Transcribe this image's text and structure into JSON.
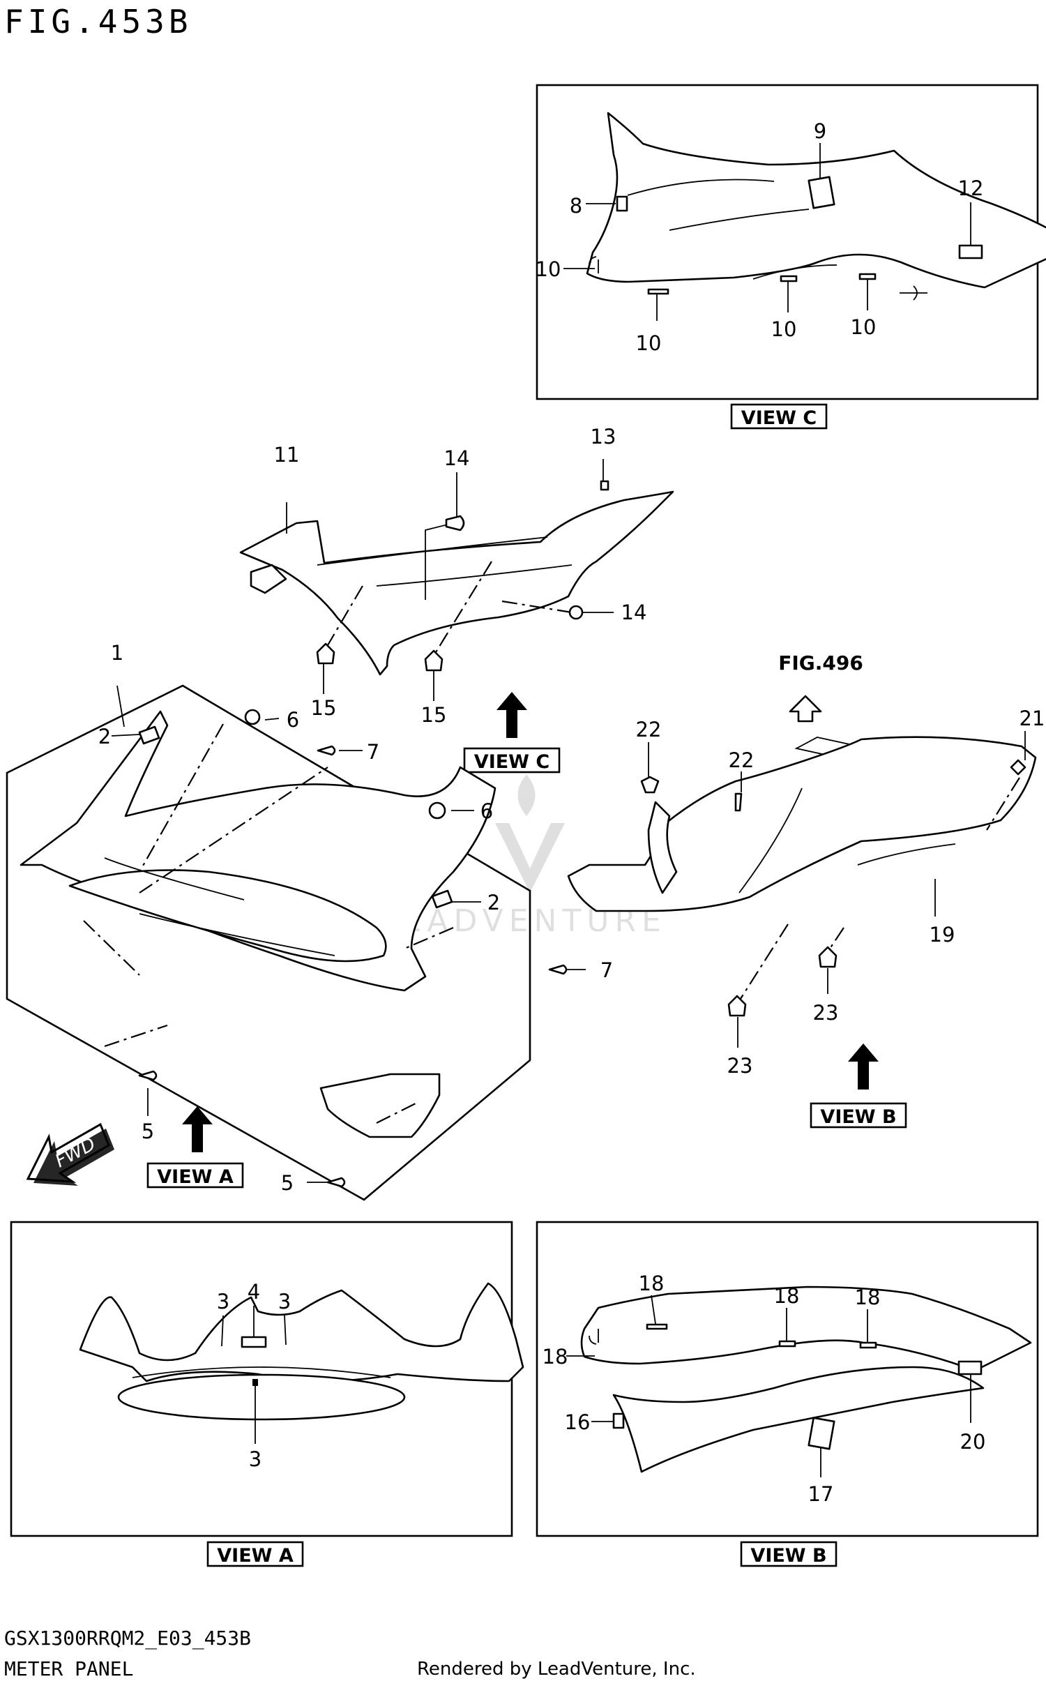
{
  "figure": {
    "title": "FIG.453B",
    "model_code": "GSX1300RRQM2_E03_453B",
    "part_group": "METER PANEL",
    "credit": "Rendered by LeadVenture, Inc.",
    "watermark": "LEADVENTURE"
  },
  "references": {
    "fig496": "FIG.496",
    "fwd": "FWD"
  },
  "view_labels": {
    "view_a_main": "VIEW A",
    "view_b_main": "VIEW B",
    "view_c_main": "VIEW C",
    "view_a_panel": "VIEW A",
    "view_b_panel": "VIEW B",
    "view_c_panel": "VIEW C"
  },
  "callouts": {
    "c1": "1",
    "c2a": "2",
    "c2b": "2",
    "c5a": "5",
    "c5b": "5",
    "c6a": "6",
    "c6b": "6",
    "c7a": "7",
    "c7b": "7",
    "c11": "11",
    "c13": "13",
    "c14a": "14",
    "c14b": "14",
    "c15a": "15",
    "c15b": "15",
    "c19": "19",
    "c21": "21",
    "c22a": "22",
    "c22b": "22",
    "c23a": "23",
    "c23b": "23",
    "va_3a": "3",
    "va_3b": "3",
    "va_3c": "3",
    "va_4": "4",
    "vb_16": "16",
    "vb_17": "17",
    "vb_18a": "18",
    "vb_18b": "18",
    "vb_18c": "18",
    "vb_18d": "18",
    "vb_20": "20",
    "vc_8": "8",
    "vc_9": "9",
    "vc_10a": "10",
    "vc_10b": "10",
    "vc_10c": "10",
    "vc_10d": "10",
    "vc_12": "12"
  }
}
